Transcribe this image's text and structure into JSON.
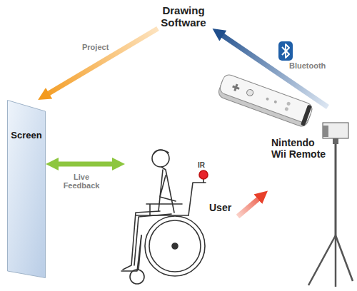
{
  "diagram": {
    "nodes": [
      {
        "text": [
          "Drawing Software"
        ]
      },
      {
        "text": [
          "Screen"
        ]
      },
      {
        "text": [
          "Nintendo Wii Remote"
        ]
      },
      {
        "text": [
          "User"
        ]
      }
    ],
    "edges": [
      {
        "from": 0,
        "to": 1,
        "label": "Project",
        "arrow": "to"
      },
      {
        "from": 1,
        "to": 3,
        "label": "Live Feedback",
        "arrow": "both"
      },
      {
        "from": 3,
        "to": 2,
        "arrow": "to"
      },
      {
        "from": 2,
        "to": 0,
        "label": "Bluetooth",
        "arrow": "to"
      }
    ],
    "labels": [
      "IR"
    ]
  }
}
